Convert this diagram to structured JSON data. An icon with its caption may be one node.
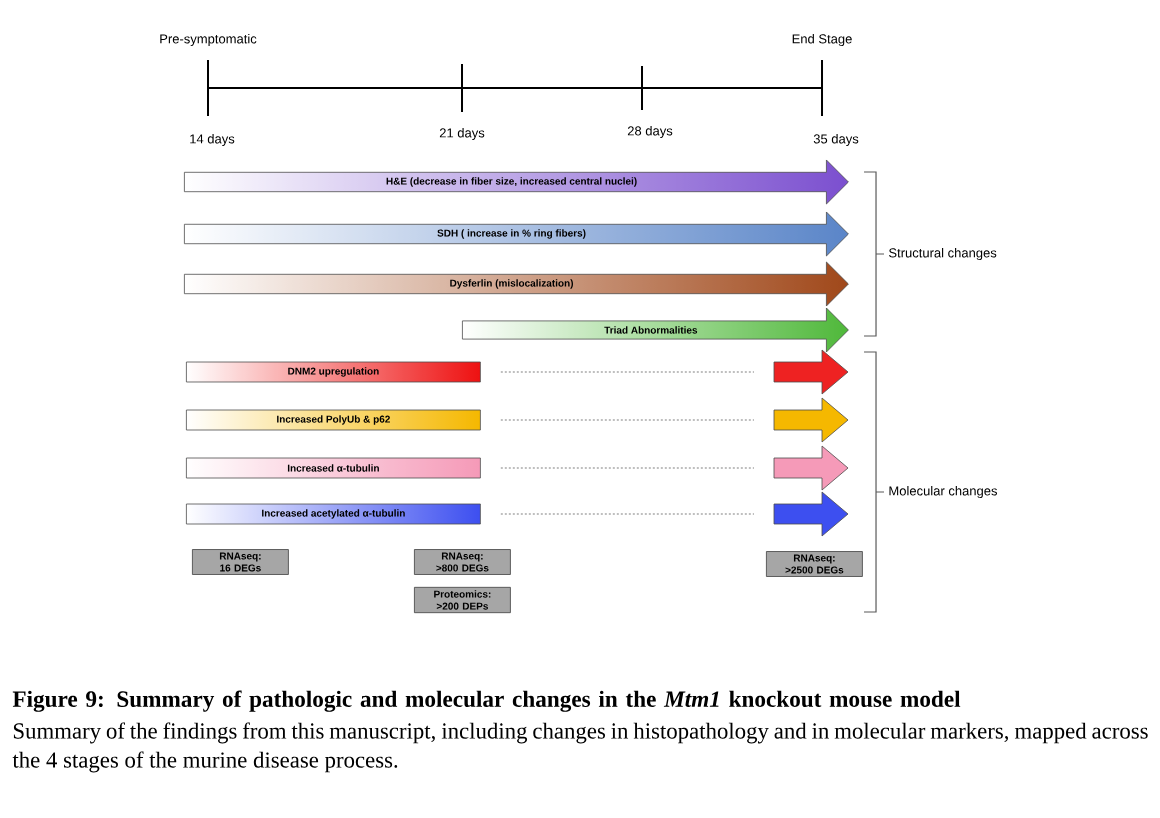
{
  "diagram": {
    "title": "Figure 9: Summary of pathologic and molecular changes in the *Mtm1* knockout mouse model",
    "caption": "Summary of the findings from this manuscript, including changes in histopathology and in molecular markers, mapped across the 4 stages of the murine disease process.",
    "nodes": [
      {
        "text": [
          "H&E (decrease in fiber size, increased central nuclei)"
        ]
      },
      {
        "text": [
          "SDH ( increase in % ring fibers)"
        ]
      },
      {
        "text": [
          "Dysferlin (mislocalization)"
        ]
      },
      {
        "text": [
          "Triad Abnormalities"
        ]
      },
      {
        "text": [
          "DNM2 upregulation"
        ]
      },
      {
        "text": [],
        "shape": "arrow"
      },
      {
        "text": [
          "Increased PolyUb & p62"
        ]
      },
      {
        "text": [],
        "shape": "arrow"
      },
      {
        "text": [
          "Increased α-tubulin"
        ]
      },
      {
        "text": [],
        "shape": "arrow"
      },
      {
        "text": [
          "Increased acetylated α-tubulin"
        ]
      },
      {
        "text": [],
        "shape": "arrow"
      },
      {
        "text": [
          "RNAseq: 16 DEGs"
        ]
      },
      {
        "text": [
          "RNAseq: >800 DEGs"
        ]
      },
      {
        "text": [
          "Proteomics: >200 DEPs"
        ]
      },
      {
        "text": [
          "RNAseq: >2500 DEGs"
        ]
      }
    ],
    "edges": [
      {
        "from": 4,
        "to": 5,
        "arrow": "none",
        "style": "dashed"
      },
      {
        "from": 6,
        "to": 7,
        "arrow": "none",
        "style": "dashed"
      },
      {
        "from": 8,
        "to": 9,
        "arrow": "none",
        "style": "dashed"
      },
      {
        "from": 10,
        "to": 11,
        "arrow": "none",
        "style": "dashed"
      }
    ],
    "labels": [
      "Pre-symptomatic",
      "End Stage",
      "14 days",
      "21 days",
      "28 days",
      "35 days",
      "Structural changes",
      "Molecular changes"
    ]
  }
}
